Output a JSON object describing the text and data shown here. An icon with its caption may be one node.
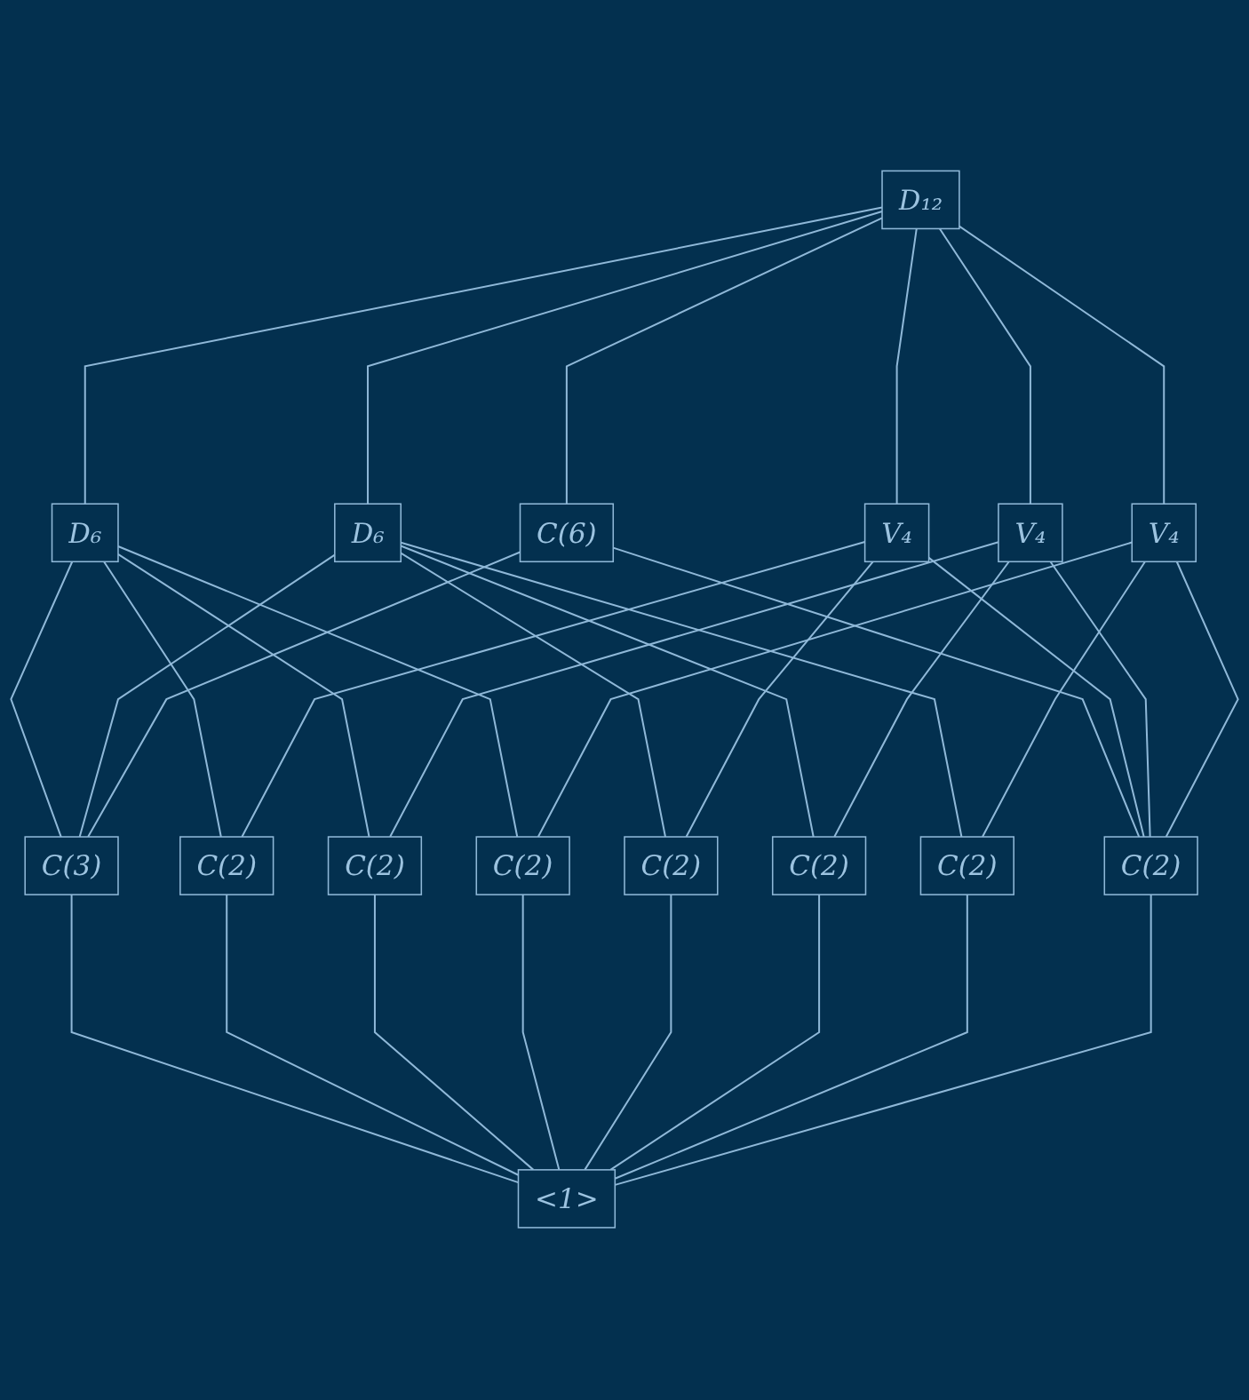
{
  "diagram": {
    "nodes": [
      {
        "text": [
          "D₁₂"
        ]
      },
      {
        "text": [
          "D₆"
        ]
      },
      {
        "text": [
          "D₆"
        ]
      },
      {
        "text": [
          "C(6)"
        ]
      },
      {
        "text": [
          "V₄"
        ]
      },
      {
        "text": [
          "V₄"
        ]
      },
      {
        "text": [
          "V₄"
        ]
      },
      {
        "text": [
          "C(3)"
        ]
      },
      {
        "text": [
          "C(2)"
        ]
      },
      {
        "text": [
          "C(2)"
        ]
      },
      {
        "text": [
          "C(2)"
        ]
      },
      {
        "text": [
          "C(2)"
        ]
      },
      {
        "text": [
          "C(2)"
        ]
      },
      {
        "text": [
          "C(2)"
        ]
      },
      {
        "text": [
          "C(2)"
        ]
      },
      {
        "text": [
          "<1>"
        ]
      }
    ],
    "edges": [
      {
        "from": 0,
        "to": 1,
        "arrow": "none"
      },
      {
        "from": 0,
        "to": 2,
        "arrow": "none"
      },
      {
        "from": 0,
        "to": 3,
        "arrow": "none"
      },
      {
        "from": 0,
        "to": 4,
        "arrow": "none"
      },
      {
        "from": 0,
        "to": 5,
        "arrow": "none"
      },
      {
        "from": 0,
        "to": 6,
        "arrow": "none"
      },
      {
        "from": 1,
        "to": 7,
        "arrow": "none"
      },
      {
        "from": 1,
        "to": 8,
        "arrow": "none"
      },
      {
        "from": 1,
        "to": 9,
        "arrow": "none"
      },
      {
        "from": 1,
        "to": 10,
        "arrow": "none"
      },
      {
        "from": 2,
        "to": 7,
        "arrow": "none"
      },
      {
        "from": 2,
        "to": 11,
        "arrow": "none"
      },
      {
        "from": 2,
        "to": 12,
        "arrow": "none"
      },
      {
        "from": 2,
        "to": 13,
        "arrow": "none"
      },
      {
        "from": 3,
        "to": 7,
        "arrow": "none"
      },
      {
        "from": 3,
        "to": 14,
        "arrow": "none"
      },
      {
        "from": 4,
        "to": 8,
        "arrow": "none"
      },
      {
        "from": 4,
        "to": 11,
        "arrow": "none"
      },
      {
        "from": 4,
        "to": 14,
        "arrow": "none"
      },
      {
        "from": 5,
        "to": 9,
        "arrow": "none"
      },
      {
        "from": 5,
        "to": 12,
        "arrow": "none"
      },
      {
        "from": 5,
        "to": 14,
        "arrow": "none"
      },
      {
        "from": 6,
        "to": 10,
        "arrow": "none"
      },
      {
        "from": 6,
        "to": 13,
        "arrow": "none"
      },
      {
        "from": 6,
        "to": 14,
        "arrow": "none"
      },
      {
        "from": 7,
        "to": 15,
        "arrow": "none"
      },
      {
        "from": 8,
        "to": 15,
        "arrow": "none"
      },
      {
        "from": 9,
        "to": 15,
        "arrow": "none"
      },
      {
        "from": 10,
        "to": 15,
        "arrow": "none"
      },
      {
        "from": 11,
        "to": 15,
        "arrow": "none"
      },
      {
        "from": 12,
        "to": 15,
        "arrow": "none"
      },
      {
        "from": 13,
        "to": 15,
        "arrow": "none"
      },
      {
        "from": 14,
        "to": 15,
        "arrow": "none"
      }
    ]
  }
}
